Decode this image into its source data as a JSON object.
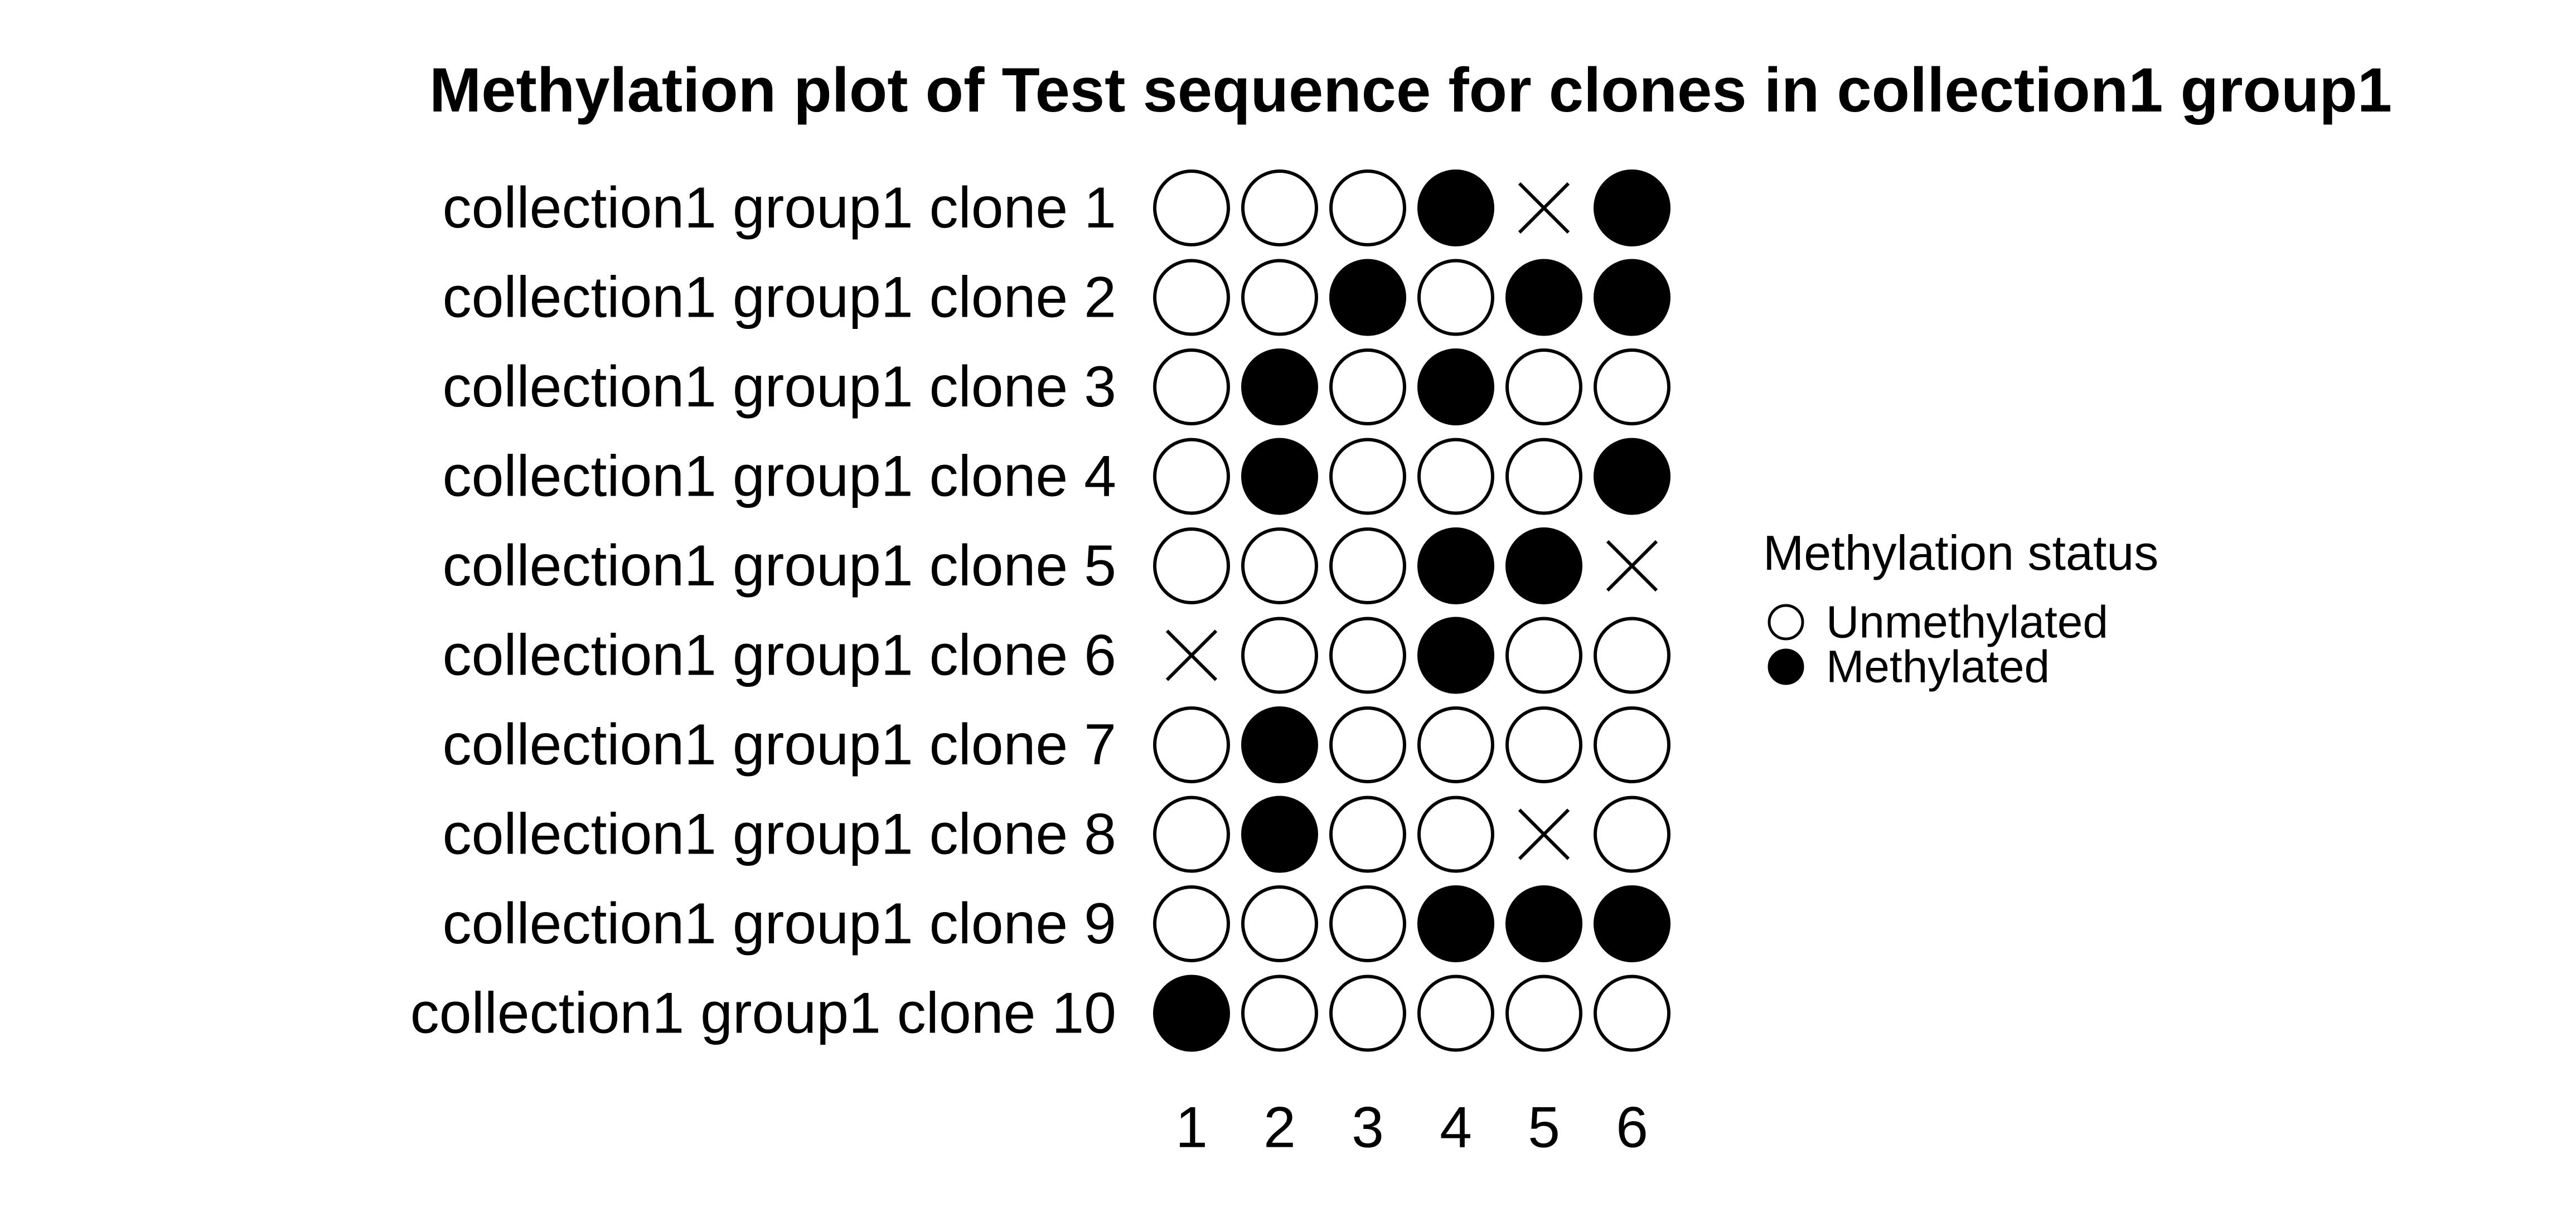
{
  "chart_data": {
    "type": "scatter",
    "title": "Methylation plot of Test sequence for clones in collection1 group1",
    "x_tick_labels": [
      "1",
      "2",
      "3",
      "4",
      "5",
      "6"
    ],
    "rows": [
      {
        "label": "collection1 group1 clone 1",
        "status": [
          "U",
          "U",
          "U",
          "M",
          "X",
          "M"
        ]
      },
      {
        "label": "collection1 group1 clone 2",
        "status": [
          "U",
          "U",
          "M",
          "U",
          "M",
          "M"
        ]
      },
      {
        "label": "collection1 group1 clone 3",
        "status": [
          "U",
          "M",
          "U",
          "M",
          "U",
          "U"
        ]
      },
      {
        "label": "collection1 group1 clone 4",
        "status": [
          "U",
          "M",
          "U",
          "U",
          "U",
          "M"
        ]
      },
      {
        "label": "collection1 group1 clone 5",
        "status": [
          "U",
          "U",
          "U",
          "M",
          "M",
          "X"
        ]
      },
      {
        "label": "collection1 group1 clone 6",
        "status": [
          "X",
          "U",
          "U",
          "M",
          "U",
          "U"
        ]
      },
      {
        "label": "collection1 group1 clone 7",
        "status": [
          "U",
          "M",
          "U",
          "U",
          "U",
          "U"
        ]
      },
      {
        "label": "collection1 group1 clone 8",
        "status": [
          "U",
          "M",
          "U",
          "U",
          "X",
          "U"
        ]
      },
      {
        "label": "collection1 group1 clone 9",
        "status": [
          "U",
          "U",
          "U",
          "M",
          "M",
          "M"
        ]
      },
      {
        "label": "collection1 group1 clone 10",
        "status": [
          "M",
          "U",
          "U",
          "U",
          "U",
          "U"
        ]
      }
    ],
    "legend": {
      "title": "Methylation status",
      "position": "right",
      "items": [
        {
          "key": "U",
          "label": "Unmethylated"
        },
        {
          "key": "M",
          "label": "Methylated"
        }
      ]
    },
    "colors": {
      "stroke": "#000000",
      "methylated_fill": "#000000",
      "unmethylated_fill": "#ffffff"
    },
    "grid": false
  }
}
